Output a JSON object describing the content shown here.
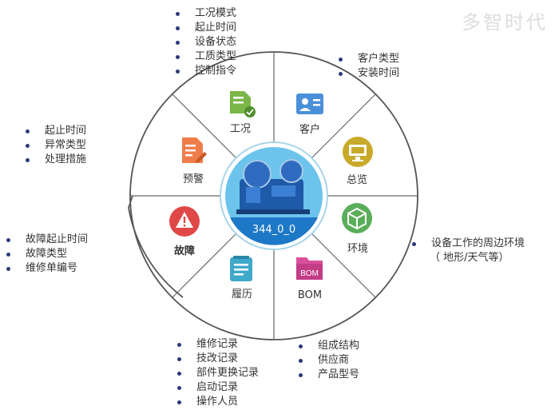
{
  "watermark": "多智时代",
  "hub": {
    "label": "344_0_0"
  },
  "segments": {
    "gongkuang": {
      "label": "工况",
      "icon": "document-check-icon",
      "color": "#7ab648"
    },
    "kehu": {
      "label": "客户",
      "icon": "contact-card-icon",
      "color": "#4a90d9"
    },
    "zonglan": {
      "label": "总览",
      "icon": "monitor-icon",
      "color": "#c8a92a"
    },
    "huanjing": {
      "label": "环境",
      "icon": "cube-icon",
      "color": "#5aae5a"
    },
    "bom": {
      "label": "BOM",
      "icon": "bom-folder-icon",
      "color": "#d84f9a"
    },
    "lvli": {
      "label": "履历",
      "icon": "notepad-icon",
      "color": "#3fa9c9"
    },
    "guzhang": {
      "label": "故障",
      "icon": "warning-icon",
      "color": "#e04848"
    },
    "yujing": {
      "label": "预警",
      "icon": "edit-document-icon",
      "color": "#ef7d4a"
    }
  },
  "notes": {
    "gongkuang": [
      "工况模式",
      "起止时间",
      "设备状态",
      "工质类型",
      "控制指令"
    ],
    "kehu": [
      "客户类型",
      "安装时间"
    ],
    "yujing": [
      "起止时间",
      "异常类型",
      "处理措施"
    ],
    "guzhang": [
      "故障起止时间",
      "故障类型",
      "维修单编号"
    ],
    "huanjing": [
      "设备工作的周边环境",
      "（ 地形/天气等）"
    ],
    "lvli": [
      "维修记录",
      "技改记录",
      "部件更换记录",
      "启动记录",
      "操作人员"
    ],
    "bom": [
      "组成结构",
      "供应商",
      "产品型号"
    ]
  }
}
